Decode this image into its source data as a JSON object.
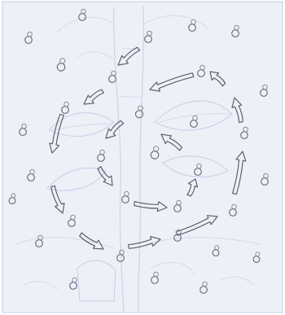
{
  "scene": {
    "kind": "pencil sketch",
    "paper_color": "#eef0f8",
    "faint_drawing_color": "#cdd2ea",
    "pencil_color": "#6b6b78",
    "arrow_style": "hollow double-line arrows",
    "mark_style": "small two-circle marks (large circle with smaller circle on top)"
  }
}
